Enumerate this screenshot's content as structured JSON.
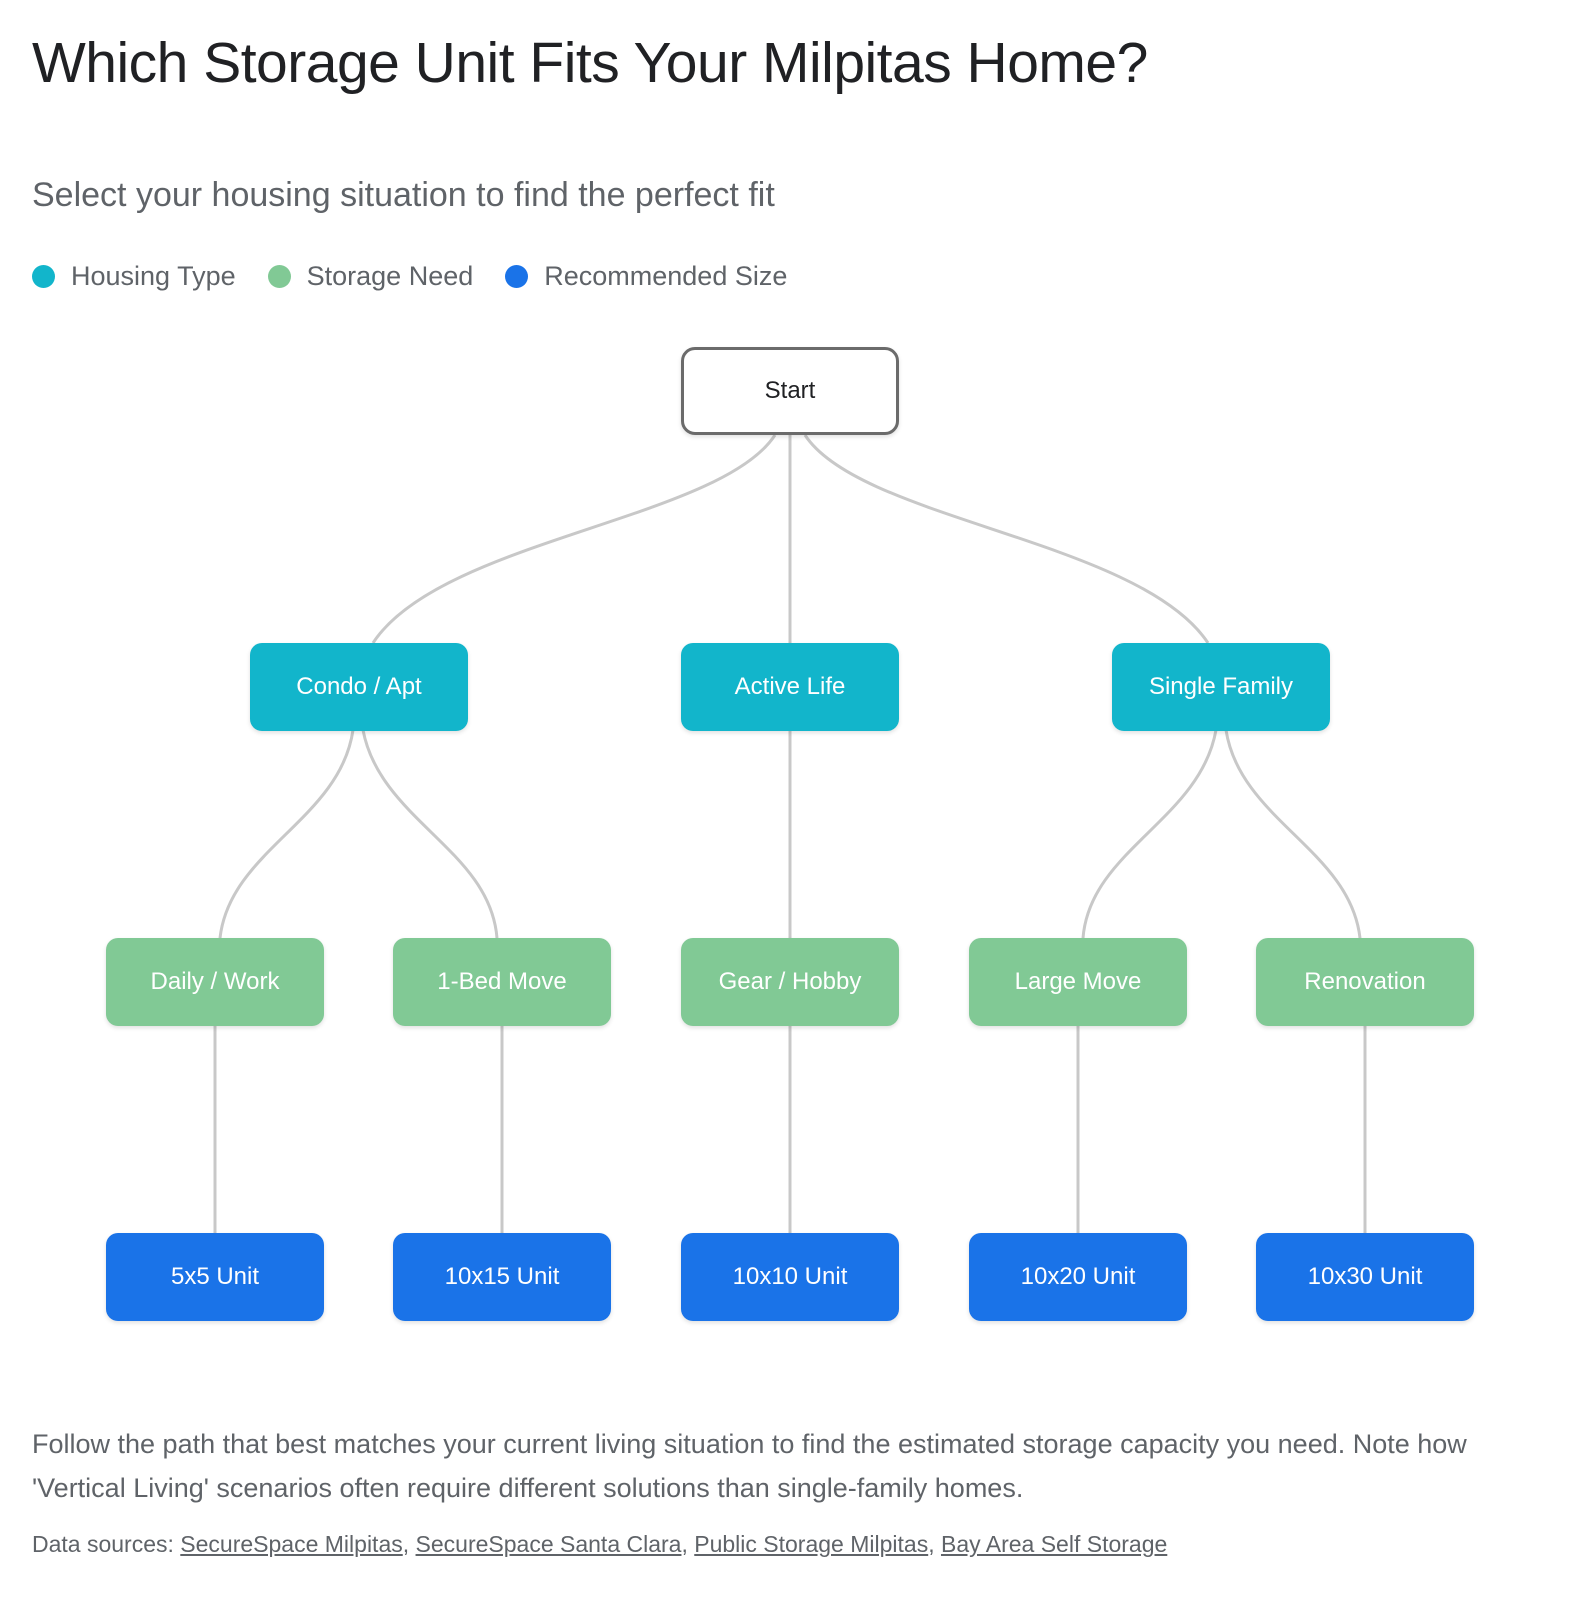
{
  "title": "Which Storage Unit Fits Your Milpitas Home?",
  "subtitle": "Select your housing situation to find the perfect fit",
  "legend": [
    {
      "label": "Housing Type",
      "color": "#12B5CB"
    },
    {
      "label": "Storage Need",
      "color": "#81C995"
    },
    {
      "label": "Recommended Size",
      "color": "#1A73E8"
    }
  ],
  "nodes": {
    "start": "Start",
    "housing": [
      "Condo / Apt",
      "Active Life",
      "Single Family"
    ],
    "needs": [
      "Daily / Work",
      "1-Bed Move",
      "Gear / Hobby",
      "Large Move",
      "Renovation"
    ],
    "sizes": [
      "5x5 Unit",
      "10x15 Unit",
      "10x10 Unit",
      "10x20 Unit",
      "10x30 Unit"
    ]
  },
  "note": "Follow the path that best matches your current living situation to find the estimated storage capacity you need. Note how 'Vertical Living' scenarios often require different solutions than single-family homes.",
  "sources": {
    "label": "Data sources:",
    "links": [
      "SecureSpace Milpitas",
      "SecureSpace Santa Clara",
      "Public Storage Milpitas",
      "Bay Area Self Storage"
    ]
  }
}
